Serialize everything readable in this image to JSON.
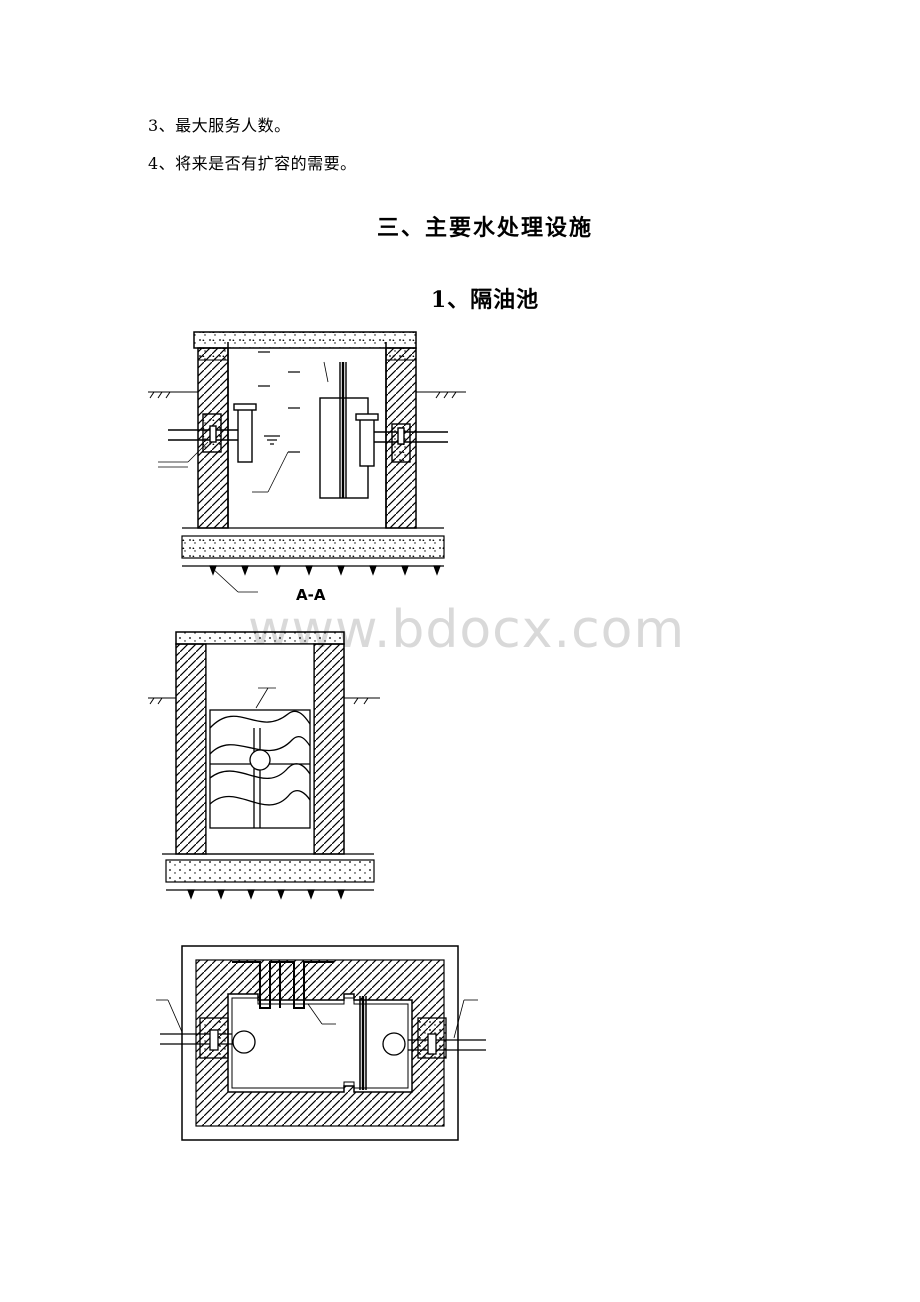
{
  "document": {
    "lines": [
      "3、最大服务人数。",
      "4、将来是否有扩容的需要。"
    ],
    "section_title": "三、主要水处理设施",
    "subsection_title": "1、隔油池"
  },
  "drawings": {
    "section_label": "A-A"
  },
  "watermark": "www.bdocx.com"
}
